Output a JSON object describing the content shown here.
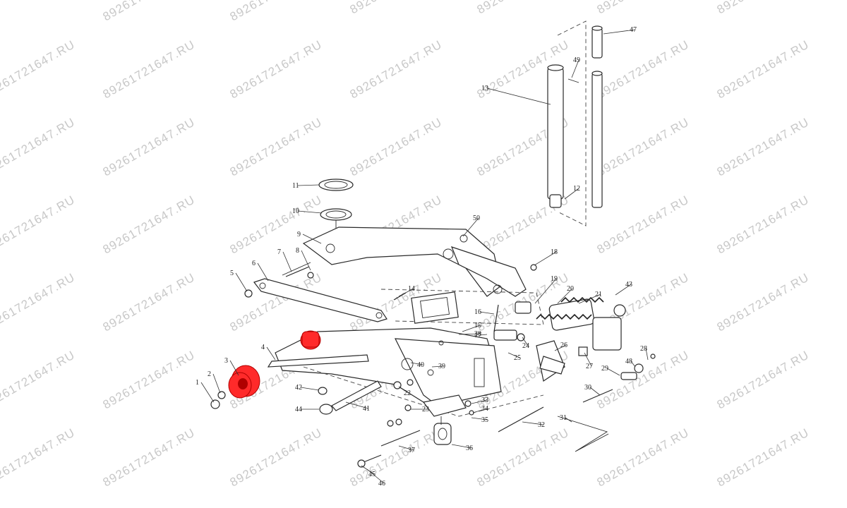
{
  "watermark": {
    "text": "89261721647.RU",
    "color": "#c8c8c8"
  },
  "highlight": {
    "color": "#ff2a2a",
    "parts": [
      "3",
      "3-upper"
    ]
  },
  "callouts": [
    "1",
    "2",
    "3",
    "4",
    "5",
    "6",
    "7",
    "8",
    "9",
    "10",
    "11",
    "12",
    "13",
    "14",
    "15",
    "16",
    "17",
    "18",
    "19",
    "20",
    "21",
    "22",
    "23",
    "24",
    "25",
    "26",
    "27",
    "28",
    "29",
    "30",
    "31",
    "32",
    "33",
    "34",
    "35",
    "36",
    "37",
    "38",
    "39",
    "40",
    "41",
    "42",
    "43",
    "44",
    "45",
    "46",
    "47",
    "48",
    "49",
    "50"
  ]
}
